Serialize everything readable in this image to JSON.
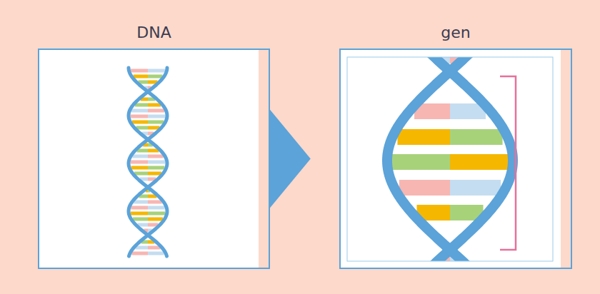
{
  "diagram": {
    "nodes": [
      {
        "text": [
          "DNA"
        ]
      },
      {
        "text": [
          "gen"
        ]
      }
    ],
    "edges": [
      {
        "from": 0,
        "to": 1,
        "arrow": "to"
      }
    ]
  }
}
